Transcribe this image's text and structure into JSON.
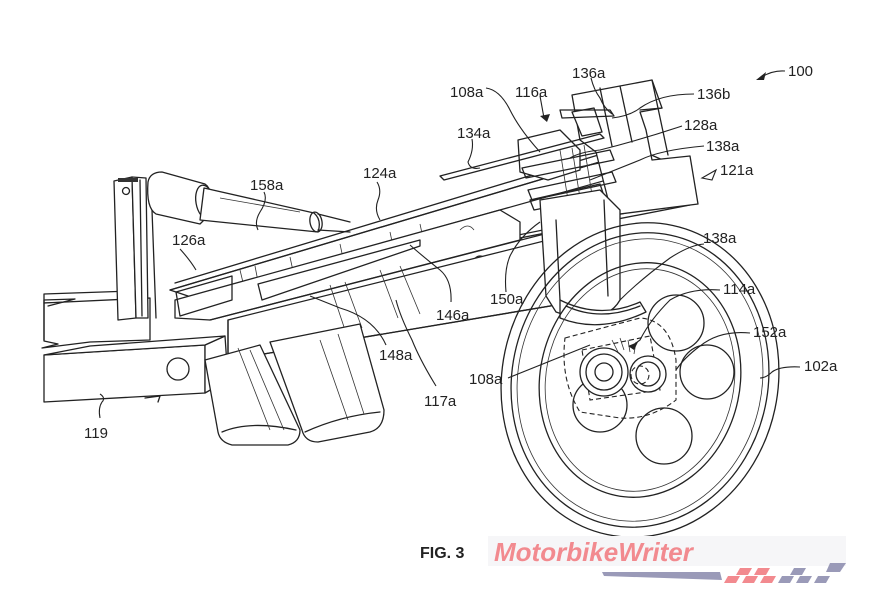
{
  "figure": {
    "caption": "FIG. 3",
    "reference_numeral": "100",
    "labels": [
      {
        "id": "158a",
        "text": "158a"
      },
      {
        "id": "124a",
        "text": "124a"
      },
      {
        "id": "108a-top",
        "text": "108a"
      },
      {
        "id": "116a",
        "text": "116a"
      },
      {
        "id": "136a",
        "text": "136a"
      },
      {
        "id": "136b",
        "text": "136b"
      },
      {
        "id": "134a",
        "text": "134a"
      },
      {
        "id": "128a",
        "text": "128a"
      },
      {
        "id": "138a-top",
        "text": "138a"
      },
      {
        "id": "121a",
        "text": "121a"
      },
      {
        "id": "126a",
        "text": "126a"
      },
      {
        "id": "146a",
        "text": "146a"
      },
      {
        "id": "150a",
        "text": "150a"
      },
      {
        "id": "138a-mid",
        "text": "138a"
      },
      {
        "id": "114a",
        "text": "114a"
      },
      {
        "id": "152a",
        "text": "152a"
      },
      {
        "id": "102a",
        "text": "102a"
      },
      {
        "id": "148a",
        "text": "148a"
      },
      {
        "id": "117a",
        "text": "117a"
      },
      {
        "id": "108a-bottom",
        "text": "108a"
      },
      {
        "id": "119",
        "text": "119"
      }
    ]
  },
  "watermark": {
    "text": "MotorbikeWriter",
    "color": "#f28a8f",
    "stripe_colors": [
      "#f28a8f",
      "#9a9ab8"
    ]
  }
}
